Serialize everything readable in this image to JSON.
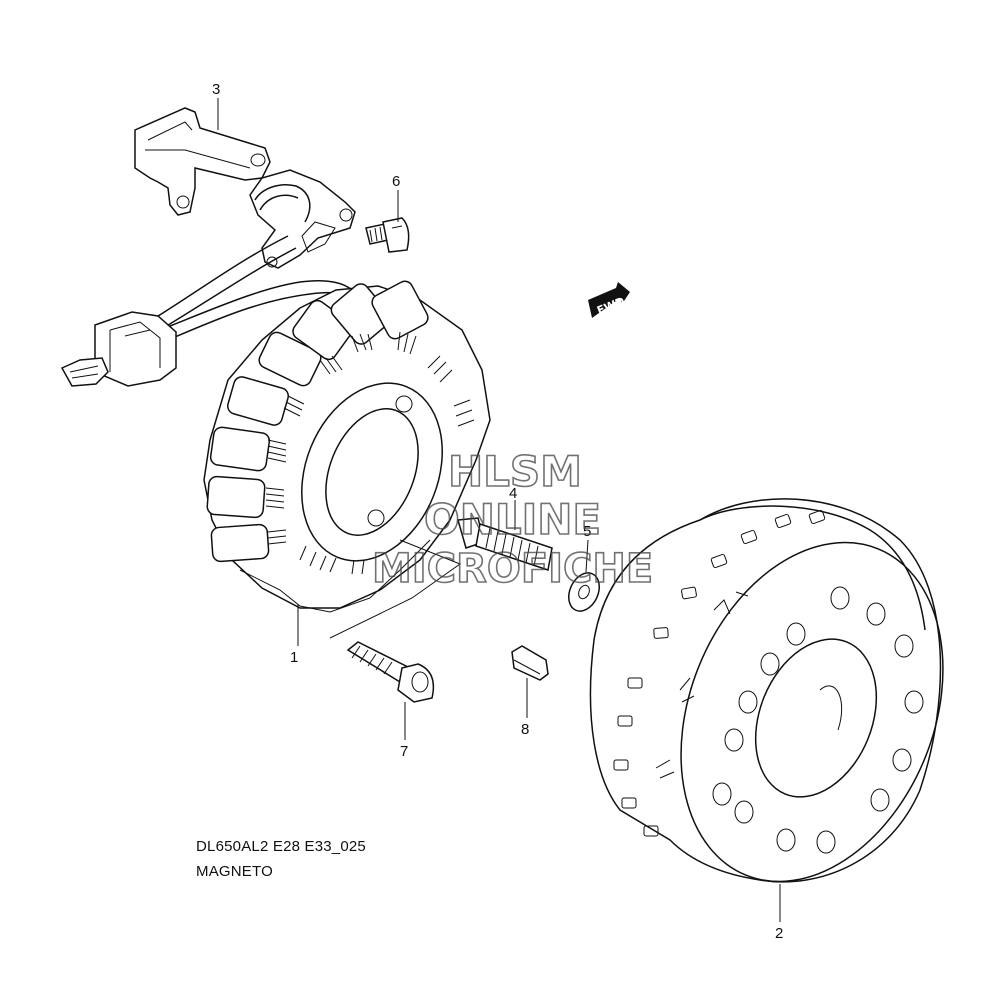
{
  "caption": {
    "model_code": "DL650AL2 E28 E33_025",
    "section": "MAGNETO"
  },
  "watermark": {
    "line1": "HLSM",
    "line2": "ONLINE",
    "line3": "MICROFICHE"
  },
  "fwd_badge": "FWD",
  "callouts": [
    "1",
    "2",
    "3",
    "4",
    "5",
    "6",
    "7",
    "8"
  ]
}
